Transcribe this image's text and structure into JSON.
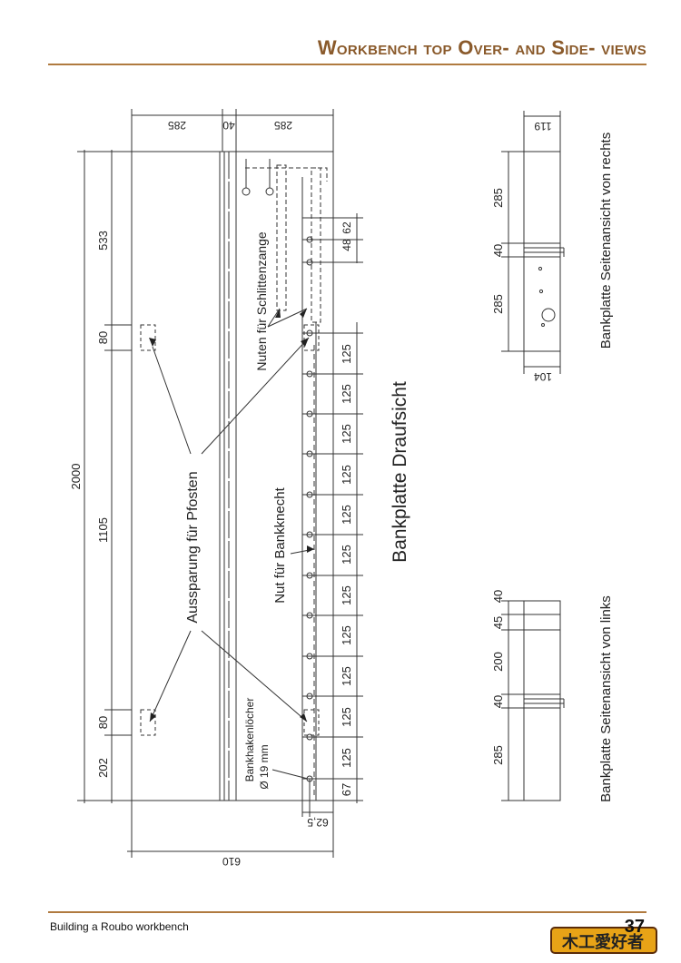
{
  "header": {
    "title": "Workbench top Over- and Side- views"
  },
  "footer": {
    "text": "Building a Roubo workbench",
    "page_number": "37",
    "logo_text": "木工愛好者"
  },
  "top_view": {
    "top_dims": {
      "left_width": "285",
      "middle": "40",
      "right_width": "285"
    },
    "bottom_dims": {
      "overall": "610",
      "offset": "62,5"
    },
    "total_length": "2000",
    "left_segments": [
      "533",
      "80",
      "1105",
      "80",
      "202"
    ],
    "hole_spacing": [
      "125",
      "125",
      "125",
      "125",
      "125",
      "125",
      "125",
      "125",
      "125",
      "125",
      "125"
    ],
    "hole_start": "67",
    "small_dims": {
      "a": "48",
      "b": "62"
    },
    "labels": {
      "groove_tail_vise": "Nuten für Schlittenzange",
      "leg_mortises": "Aussparung für Pfosten",
      "groove_planing_stop": "Nut für Bankknecht",
      "holdfast_holes_line1": "Bankhakenlöcher",
      "holdfast_holes_line2": "Ø 19 mm",
      "view_title": "Bankplatte Draufsicht"
    }
  },
  "side_view_right": {
    "title": "Bankplatte Seitenansicht von rechts",
    "dims": [
      "285",
      "40",
      "285"
    ],
    "thickness": "119",
    "bottom_thickness": "104"
  },
  "side_view_left": {
    "title": "Bankplatte Seitenansicht von links",
    "dims": [
      "40",
      "45",
      "200",
      "40",
      "285"
    ]
  }
}
